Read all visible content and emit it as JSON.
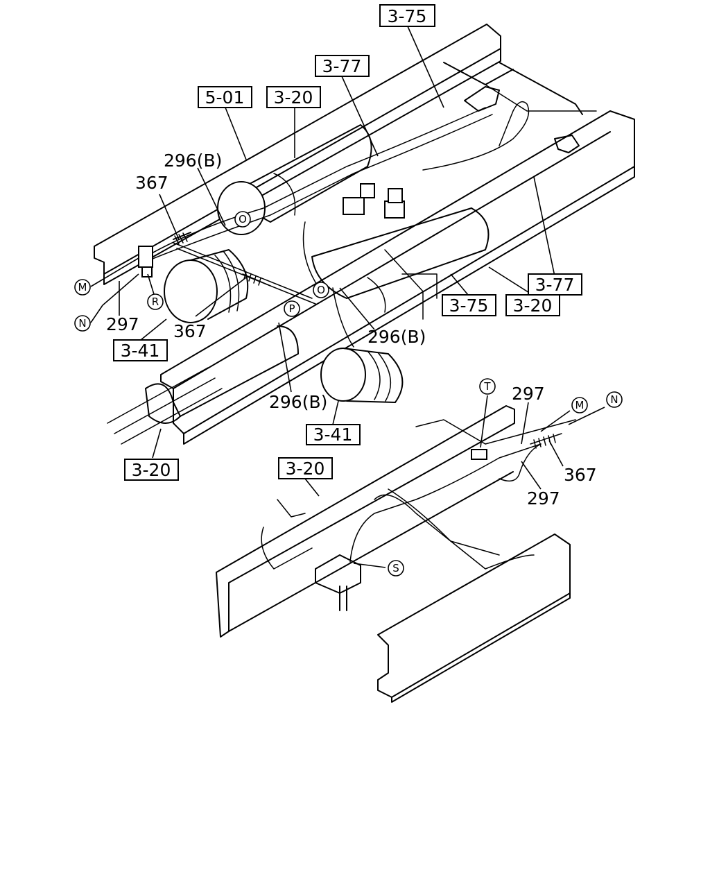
{
  "callouts_boxed": {
    "c1": "3-75",
    "c2": "3-77",
    "c3": "5-01",
    "c4": "3-20",
    "c5": "3-77",
    "c6": "3-75",
    "c7": "3-20",
    "c8": "3-41",
    "c9": "3-41",
    "c10": "3-20",
    "c11": "3-20"
  },
  "callouts_plain": {
    "p1": "296(B)",
    "p2": "367",
    "p3": "297",
    "p4": "367",
    "p5": "296(B)",
    "p6": "296(B)",
    "p7": "297",
    "p8": "367",
    "p9": "297"
  },
  "connectors": {
    "m1": "M",
    "n1": "N",
    "r1": "R",
    "o1": "O",
    "o2": "O",
    "p1": "P",
    "t1": "T",
    "m2": "M",
    "n2": "N",
    "s1": "S"
  }
}
